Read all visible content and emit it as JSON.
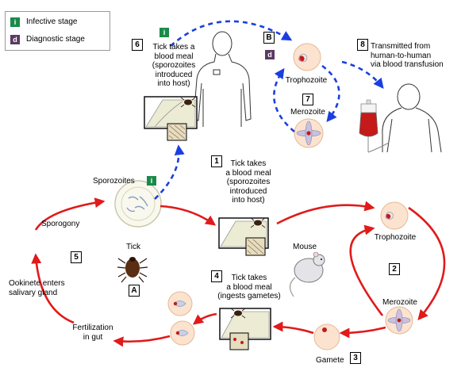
{
  "legend": {
    "infective": {
      "badge": "i",
      "label": "Infective stage"
    },
    "diagnostic": {
      "badge": "d",
      "label": "Diagnostic stage"
    }
  },
  "steps": {
    "s1": {
      "num": "1",
      "lines": [
        "Tick takes",
        "a blood meal",
        "(sporozoites",
        "introduced",
        "into host)"
      ]
    },
    "s2": {
      "num": "2"
    },
    "s3": {
      "num": "3"
    },
    "s4": {
      "num": "4",
      "lines": [
        "Tick takes",
        "a blood meal",
        "(ingests gametes)"
      ]
    },
    "s5": {
      "num": "5"
    },
    "s6": {
      "num": "6",
      "lines": [
        "Tick takes a",
        "blood meal",
        "(sporozoites",
        "introduced",
        "into host)"
      ]
    },
    "s7": {
      "num": "7"
    },
    "s8": {
      "num": "8",
      "lines": [
        "Transmitted from",
        "human-to-human",
        "via blood transfusion"
      ]
    }
  },
  "letters": {
    "A": "A",
    "B": "B"
  },
  "labels": {
    "sporozoites": "Sporozoites",
    "sporogony": "Sporogony",
    "tick": "Tick",
    "mouse": "Mouse",
    "ookinete": [
      "Ookinete enters",
      "salivary gland"
    ],
    "fertilization": [
      "Fertilization",
      "in gut"
    ],
    "gamete": "Gamete",
    "trophozoite_mouse": "Trophozoite",
    "merozoite_mouse": "Merozoite",
    "trophozoite_human": "Trophozoite",
    "merozoite_human": "Merozoite"
  },
  "colors": {
    "human_cycle": "#1a3fe0",
    "tick_cycle": "#e11a1a",
    "cell_fill": "#fbe3cf",
    "cell_stroke": "#e6b894",
    "parasite": "#c51a1a",
    "infective_badge": "#1a8a4a",
    "diagnostic_badge": "#5b3a63"
  }
}
